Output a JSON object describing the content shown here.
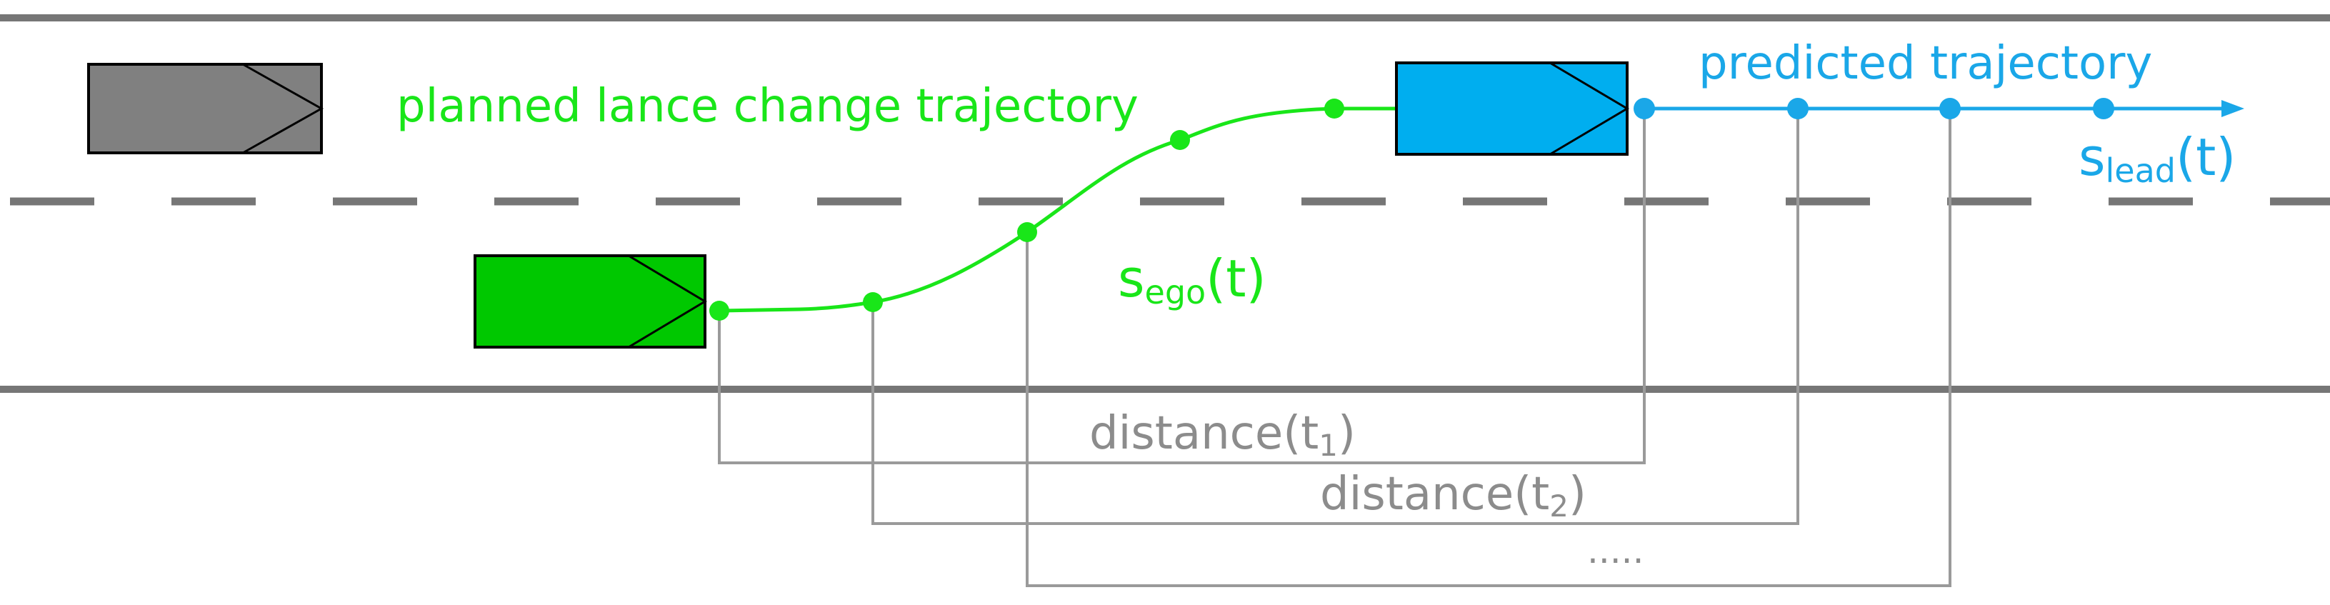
{
  "labels": {
    "planned_trajectory": "planned lance change trajectory",
    "predicted_trajectory": "predicted trajectory",
    "s_ego": {
      "base": "s",
      "sub": "ego",
      "tail": "(t)"
    },
    "s_lead": {
      "base": "s",
      "sub": "lead",
      "tail": "(t)"
    },
    "distance_1": {
      "base": "distance(t",
      "sub": "1",
      "tail": ")"
    },
    "distance_2": {
      "base": "distance(t",
      "sub": "2",
      "tail": ")"
    },
    "ellipsis": "....."
  },
  "colors": {
    "road_line": "#767676",
    "lane_divider": "#767676",
    "ego_car": "#00c800",
    "ego_trajectory": "#19e619",
    "lead_car": "#00aeef",
    "lead_trajectory": "#1aa7e8",
    "other_car": "#808080",
    "distance_line": "#9a9a9a",
    "distance_text": "#8c8c8c"
  }
}
